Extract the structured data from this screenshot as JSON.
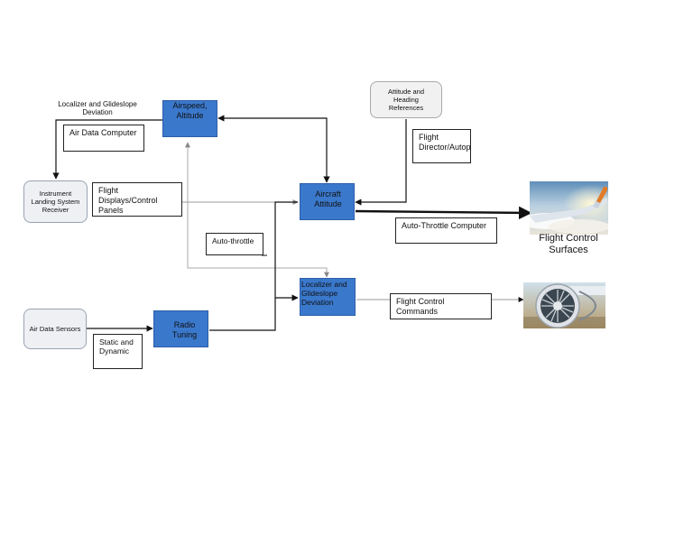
{
  "nodes": {
    "loc_glide_label": "Localizer and Glideslope Deviation",
    "airspeed_alt": "Airspeed, Altitude",
    "air_data_computer": "Air Data Computer",
    "attitude_heading_ref": "Attitude and Heading References",
    "flight_director": "Flight Director/Autopilot",
    "ils_receiver": "Instrument Landing System Receiver",
    "flight_displays": "Flight Displays/Control Panels",
    "aircraft_attitude": "Aircraft Attitude",
    "autothrottle_computer": "Auto-Throttle Computer",
    "autothrottle": "Auto-throttle",
    "loc_glide_box": "Localizer and Glideslope Deviation",
    "flight_control_commands": "Flight Control Commands",
    "air_data_sensors": "Air Data Sensors",
    "static_dynamic": "Static and Dynamic",
    "radio_tuning": "Radio Tuning",
    "flight_control_surfaces": "Flight Control Surfaces"
  },
  "images": {
    "airplane_wing": "airplane-wing-photo",
    "jet_engine": "jet-engine-photo"
  },
  "colors": {
    "blue_box": "#3a78cc",
    "arrow": "#111111",
    "grey_line": "#a9a9a9"
  }
}
